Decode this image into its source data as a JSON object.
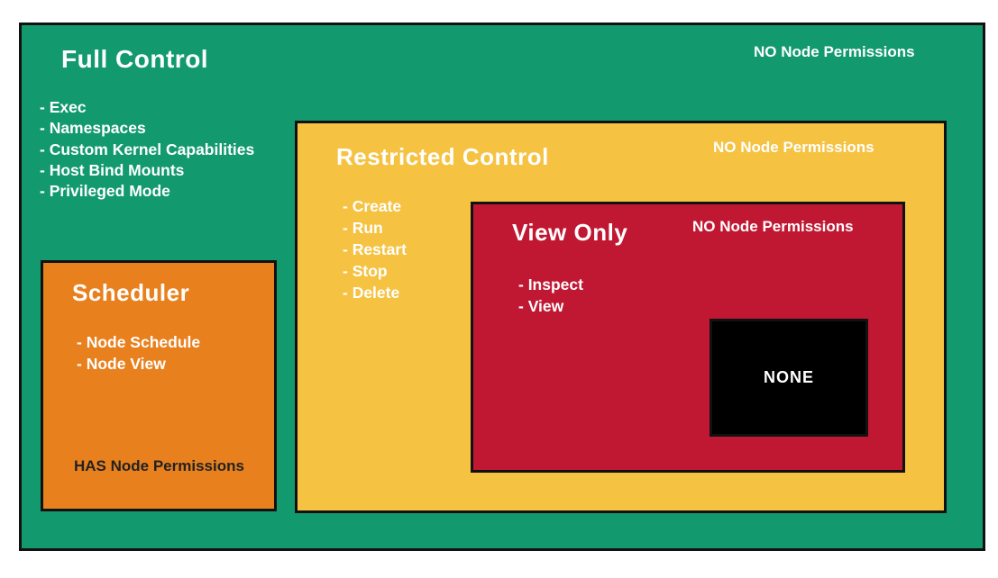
{
  "colors": {
    "green": "#129A6E",
    "orange": "#E8801E",
    "yellow": "#F5C242",
    "red": "#C01832",
    "black": "#000000",
    "border": "#111111"
  },
  "full_control": {
    "title": "Full Control",
    "items": [
      "- Exec",
      "- Namespaces",
      "- Custom Kernel Capabilities",
      "- Host Bind Mounts",
      "- Privileged Mode"
    ],
    "badge": "NO Node Permissions"
  },
  "scheduler": {
    "title": "Scheduler",
    "items": [
      "- Node Schedule",
      "- Node View"
    ],
    "badge": "HAS Node Permissions"
  },
  "restricted_control": {
    "title": "Restricted Control",
    "items": [
      "- Create",
      "- Run",
      "- Restart",
      "- Stop",
      "- Delete"
    ],
    "badge": "NO Node Permissions"
  },
  "view_only": {
    "title": "View Only",
    "items": [
      "- Inspect",
      "- View"
    ],
    "badge": "NO Node Permissions"
  },
  "none": {
    "label": "NONE"
  }
}
